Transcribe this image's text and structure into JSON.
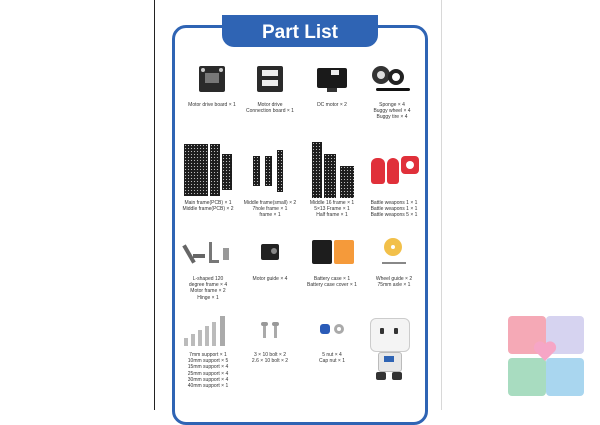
{
  "title": "Part List",
  "parts": [
    {
      "id": "motor-drive-board",
      "lines": [
        "Motor drive board × 1"
      ]
    },
    {
      "id": "motor-drive-connection-board",
      "lines": [
        "Motor drive",
        "Connection board × 1"
      ]
    },
    {
      "id": "dc-motor",
      "lines": [
        "DC motor × 2"
      ]
    },
    {
      "id": "sponge-wheel-tire",
      "lines": [
        "Sponge × 4",
        "Buggy wheel × 4",
        "Buggy tire × 4"
      ]
    },
    {
      "id": "main-middle-frame",
      "lines": [
        "Main frame(PCB) × 1",
        "Middle frame(PCB) × 2"
      ]
    },
    {
      "id": "middle-small-frame",
      "lines": [
        "Middle frame(small) × 2",
        "7hole frame × 1",
        "frame × 1"
      ]
    },
    {
      "id": "middle16-frame",
      "lines": [
        "Middle 16 frame × 1",
        "5×13 Frame × 1",
        "Half frame × 1"
      ]
    },
    {
      "id": "battle-weapons",
      "lines": [
        "Battle weapons 1 × 1",
        "Battle weapons 1 × 1",
        "Battle weapons 5 × 1"
      ]
    },
    {
      "id": "l-shaped-frame",
      "lines": [
        "L-shaped 120",
        "degree frame × 4",
        "Motor frame × 2",
        "Hinge × 1"
      ]
    },
    {
      "id": "motor-guide",
      "lines": [
        "Motor guide × 4"
      ]
    },
    {
      "id": "battery-case",
      "lines": [
        "Battery case × 1",
        "Battery case cover × 1"
      ]
    },
    {
      "id": "wheel-guide",
      "lines": [
        "Wheel guide × 2",
        "75mm axle × 1"
      ]
    },
    {
      "id": "supports",
      "lines": [
        "7mm support × 1",
        "10mm support × 5",
        "15mm support × 4",
        "25mm support × 4",
        "30mm support × 4",
        "40mm support × 1"
      ]
    },
    {
      "id": "bolts",
      "lines": [
        "3 × 10 bolt × 2",
        "2.6 × 10 bolt × 2"
      ]
    },
    {
      "id": "nuts",
      "lines": [
        "5 nut × 4",
        "Cap nut × 1"
      ]
    }
  ],
  "colors": {
    "frame": "#2f64b4",
    "sponge_red": "#e0303a",
    "battery_orange": "#f59a3a",
    "wheel_yellow": "#f2c04a",
    "nut_blue": "#2a5bb8"
  },
  "icons": [
    "robot-figure",
    "puzzle-logo"
  ]
}
